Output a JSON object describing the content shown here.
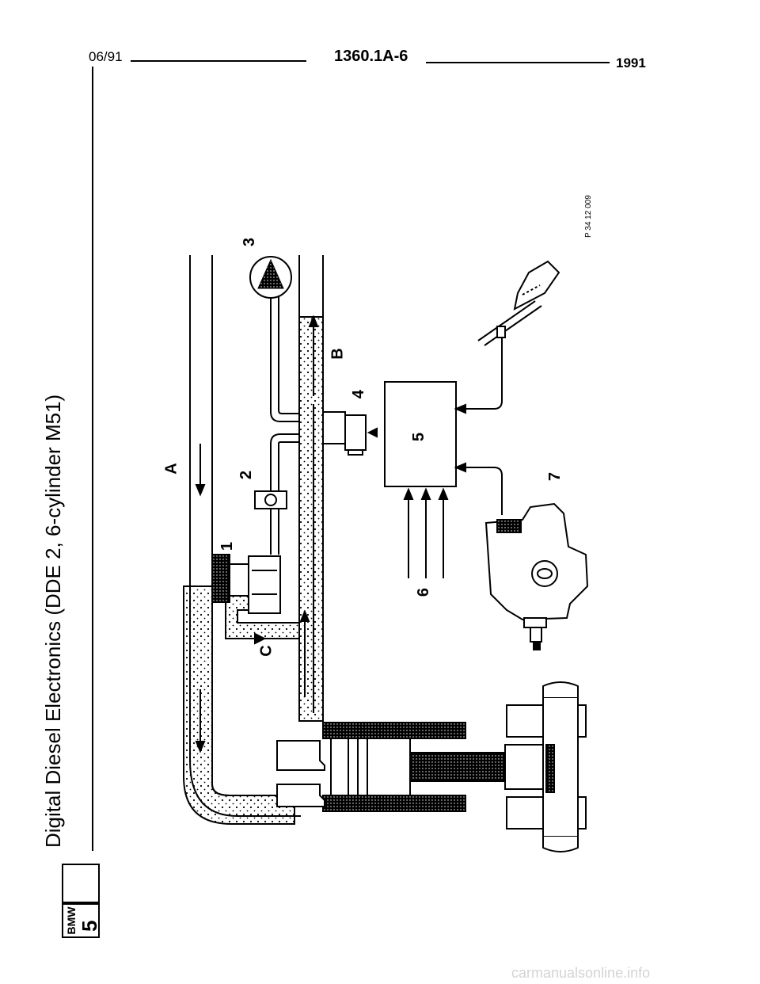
{
  "header": {
    "date": "06/91",
    "code": "1360.1A-6",
    "year": "1991"
  },
  "side_title": "Digital Diesel Electronics (DDE 2, 6-cylinder M51)",
  "logo": {
    "brand": "BMW",
    "series": "5"
  },
  "figure": {
    "part_number": "P 34 12 009",
    "labels": {
      "A": "A",
      "B": "B",
      "C": "C",
      "n1": "1",
      "n2": "2",
      "n3": "3",
      "n4": "4",
      "n5": "5",
      "n6": "6",
      "n7": "7"
    }
  },
  "watermark": "carmanualsonline.info"
}
